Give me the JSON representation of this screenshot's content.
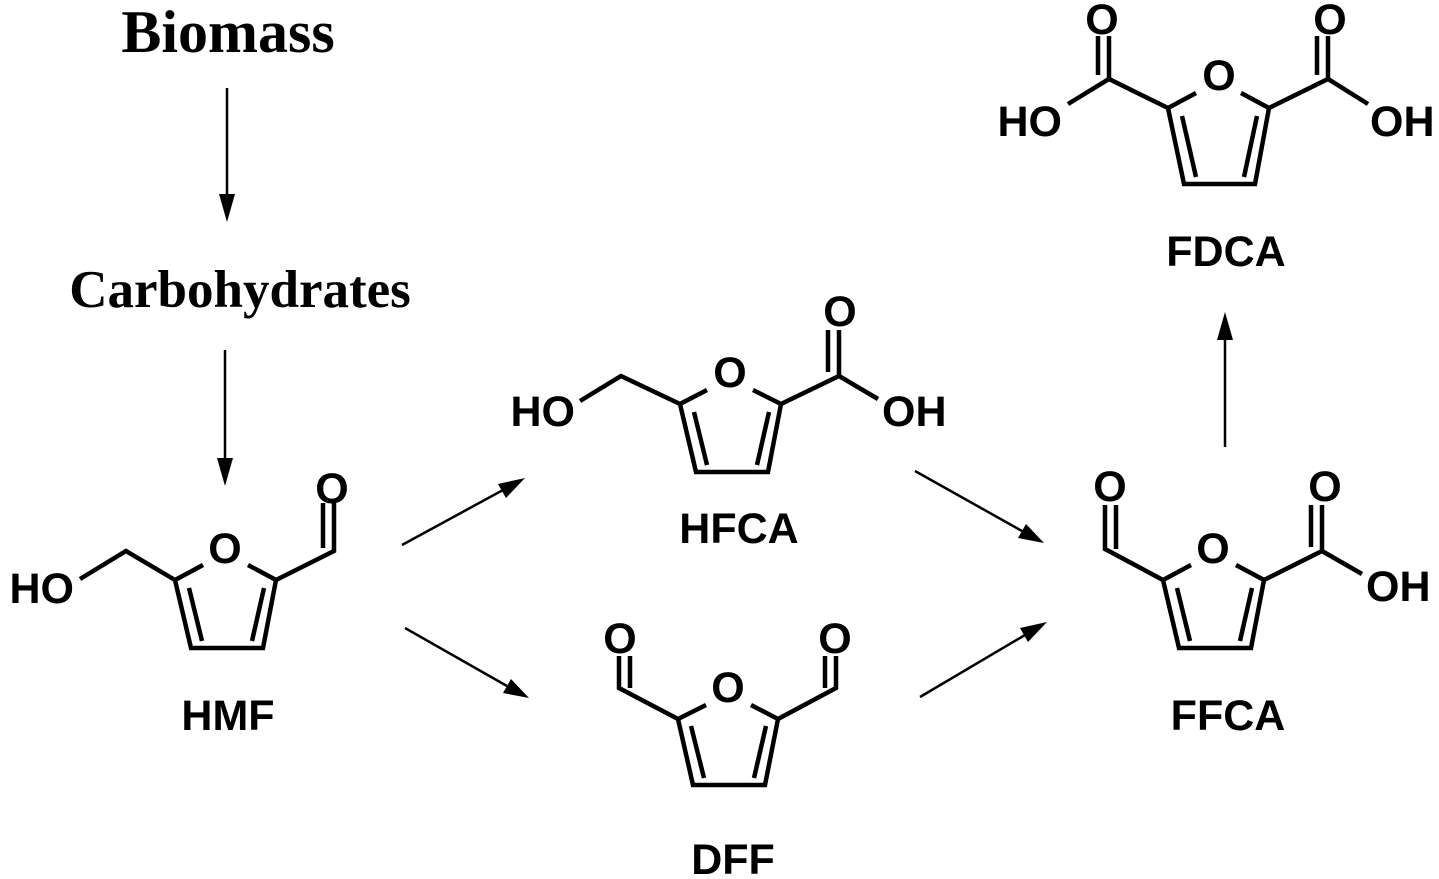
{
  "top_labels": {
    "biomass": "Biomass",
    "carbohydrates": "Carbohydrates"
  },
  "compounds": {
    "hmf": "HMF",
    "hfca": "HFCA",
    "dff": "DFF",
    "ffca": "FFCA",
    "fdca": "FDCA"
  },
  "atoms": {
    "oxygen": "O",
    "hydroxyl_left": "HO",
    "hydroxyl_right": "OH"
  },
  "colors": {
    "ink": "#000000",
    "background": "#ffffff"
  }
}
